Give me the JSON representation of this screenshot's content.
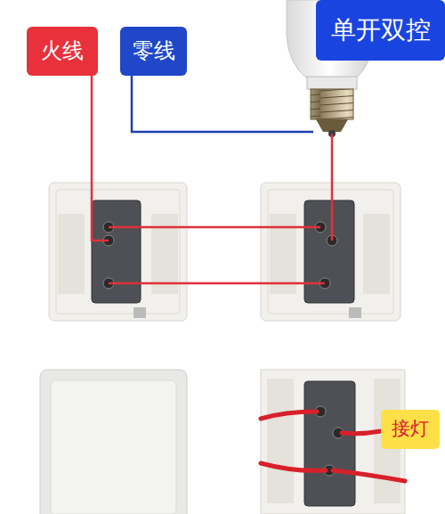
{
  "diagram": {
    "nodes": [
      {
        "text": [
          "火线"
        ]
      },
      {
        "text": [
          "零线"
        ]
      },
      {
        "text": [
          "单开双控"
        ]
      },
      {
        "text": [
          "接灯"
        ]
      }
    ]
  }
}
